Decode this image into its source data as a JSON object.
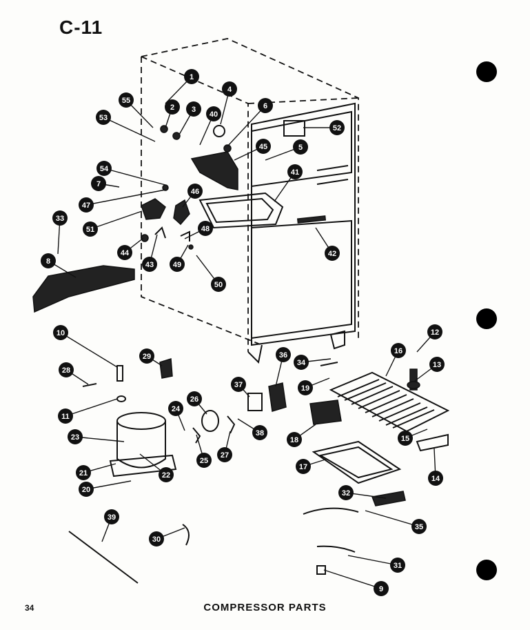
{
  "page": {
    "title": "C-11",
    "caption": "COMPRESSOR PARTS",
    "page_number": "34"
  },
  "callouts": [
    {
      "label": "1"
    },
    {
      "label": "2"
    },
    {
      "label": "3"
    },
    {
      "label": "40"
    },
    {
      "label": "4"
    },
    {
      "label": "6"
    },
    {
      "label": "52"
    },
    {
      "label": "5"
    },
    {
      "label": "45"
    },
    {
      "label": "55"
    },
    {
      "label": "53"
    },
    {
      "label": "54"
    },
    {
      "label": "7"
    },
    {
      "label": "47"
    },
    {
      "label": "51"
    },
    {
      "label": "46"
    },
    {
      "label": "41"
    },
    {
      "label": "42"
    },
    {
      "label": "33"
    },
    {
      "label": "8"
    },
    {
      "label": "44"
    },
    {
      "label": "43"
    },
    {
      "label": "48"
    },
    {
      "label": "49"
    },
    {
      "label": "50"
    },
    {
      "label": "10"
    },
    {
      "label": "29"
    },
    {
      "label": "28"
    },
    {
      "label": "11"
    },
    {
      "label": "23"
    },
    {
      "label": "21"
    },
    {
      "label": "20"
    },
    {
      "label": "22"
    },
    {
      "label": "24"
    },
    {
      "label": "25"
    },
    {
      "label": "26"
    },
    {
      "label": "27"
    },
    {
      "label": "38"
    },
    {
      "label": "37"
    },
    {
      "label": "36"
    },
    {
      "label": "34"
    },
    {
      "label": "19"
    },
    {
      "label": "18"
    },
    {
      "label": "16"
    },
    {
      "label": "12"
    },
    {
      "label": "13"
    },
    {
      "label": "15"
    },
    {
      "label": "17"
    },
    {
      "label": "14"
    },
    {
      "label": "32"
    },
    {
      "label": "35"
    },
    {
      "label": "39"
    },
    {
      "label": "30"
    },
    {
      "label": "31"
    },
    {
      "label": "9"
    }
  ]
}
